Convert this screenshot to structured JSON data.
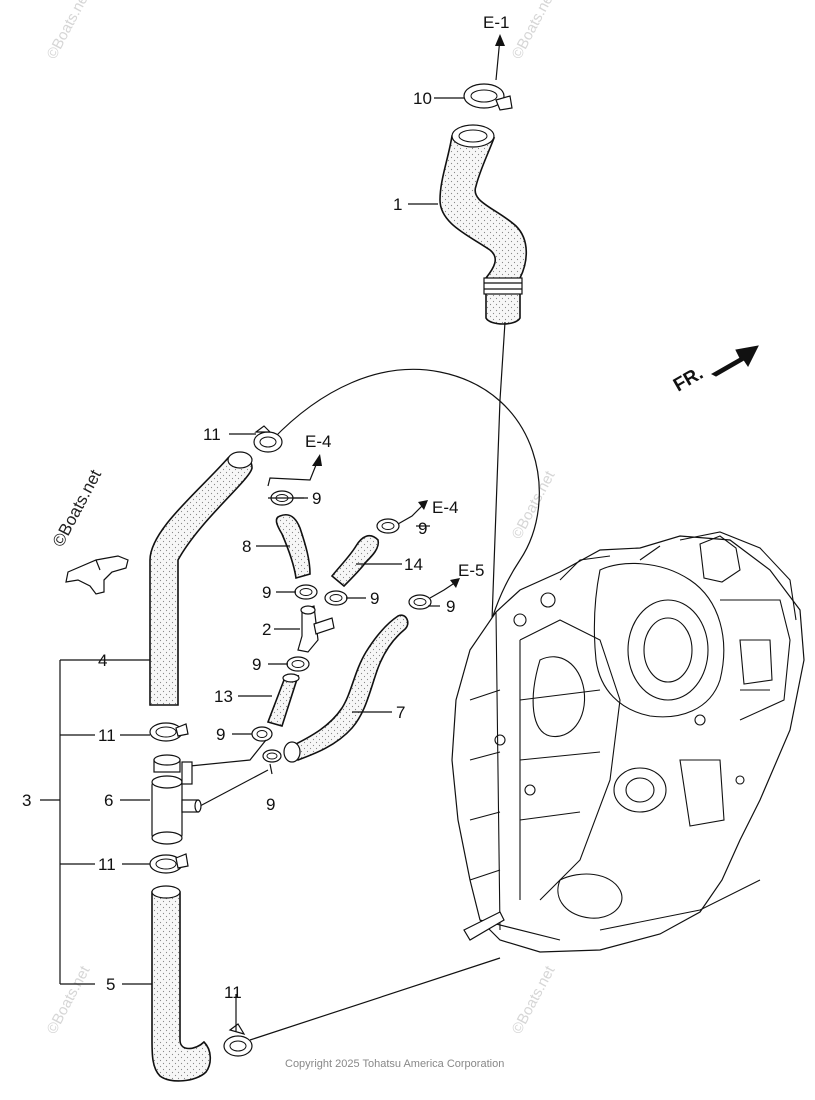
{
  "copyright": "Copyright 2025 Tohatsu America Corporation",
  "watermark": "©Boats.net",
  "front_marker": "FR.",
  "refs": {
    "e1": "E-1",
    "e4_left": "E-4",
    "e4_right": "E-4",
    "e5": "E-5"
  },
  "labels": {
    "p1": "1",
    "p2": "2",
    "p3": "3",
    "p4": "4",
    "p5": "5",
    "p6": "6",
    "p7": "7",
    "p8": "8",
    "p9a": "9",
    "p9b": "9",
    "p9c": "9",
    "p9d": "9",
    "p9e": "9",
    "p9f": "9",
    "p9g": "9",
    "p9h": "9",
    "p10": "10",
    "p11a": "11",
    "p11b": "11",
    "p11c": "11",
    "p11d": "11",
    "p13": "13",
    "p14": "14"
  }
}
